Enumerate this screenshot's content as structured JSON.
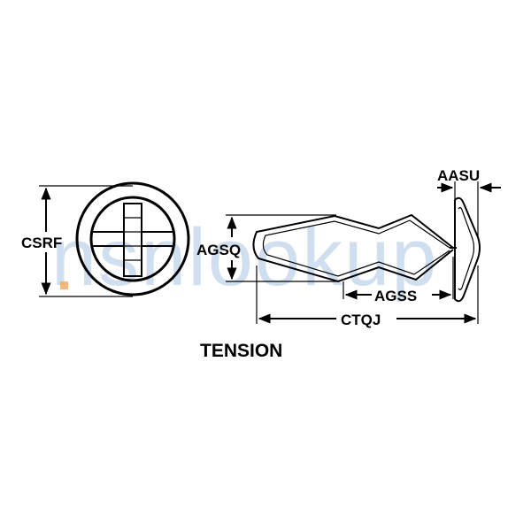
{
  "labels": {
    "csrf": "CSRF",
    "agsq": "AGSQ",
    "agss": "AGSS",
    "ctqj": "CTQJ",
    "aasu": "AASU",
    "title": "TENSION"
  },
  "watermark": {
    "text": "nsnlookup",
    "color": "#aac6e2",
    "accent": "#f2a65a"
  }
}
